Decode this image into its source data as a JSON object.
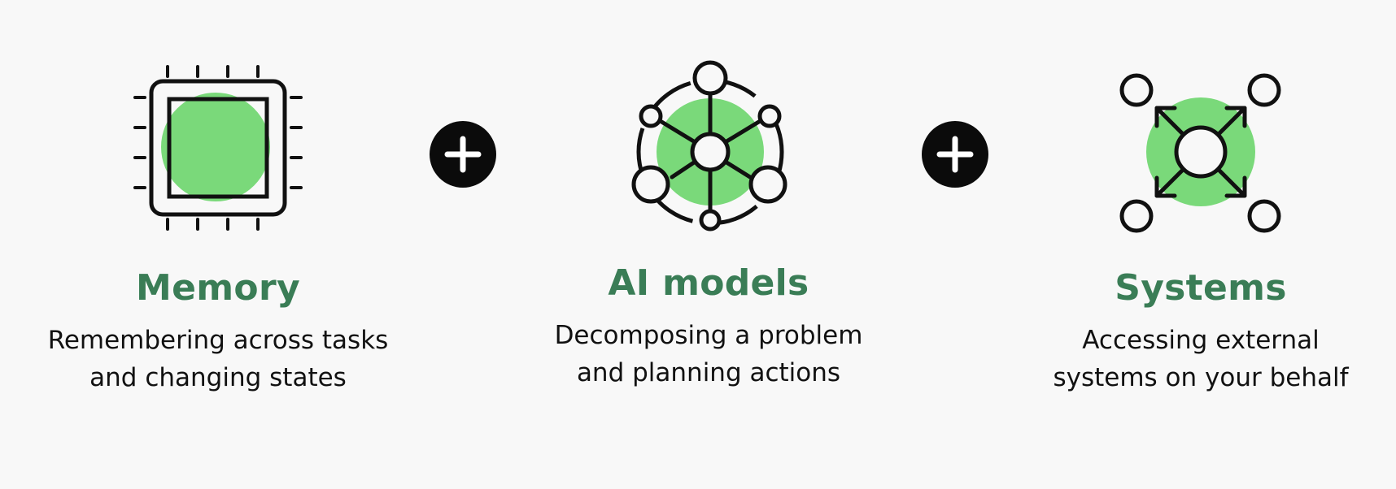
{
  "colors": {
    "accent_green": "#7ad97a",
    "title_green": "#3a7d56",
    "stroke": "#111111",
    "background": "#f8f8f8"
  },
  "items": [
    {
      "icon": "chip-icon",
      "title": "Memory",
      "description": [
        "Remembering across tasks",
        "and changing states"
      ]
    },
    {
      "icon": "network-nodes-icon",
      "title": "AI models",
      "description": [
        "Decomposing a problem",
        "and planning actions"
      ]
    },
    {
      "icon": "external-connections-icon",
      "title": "Systems",
      "description": [
        "Accessing external",
        "systems on your behalf"
      ]
    }
  ],
  "connectors": [
    "plus-icon",
    "plus-icon"
  ]
}
